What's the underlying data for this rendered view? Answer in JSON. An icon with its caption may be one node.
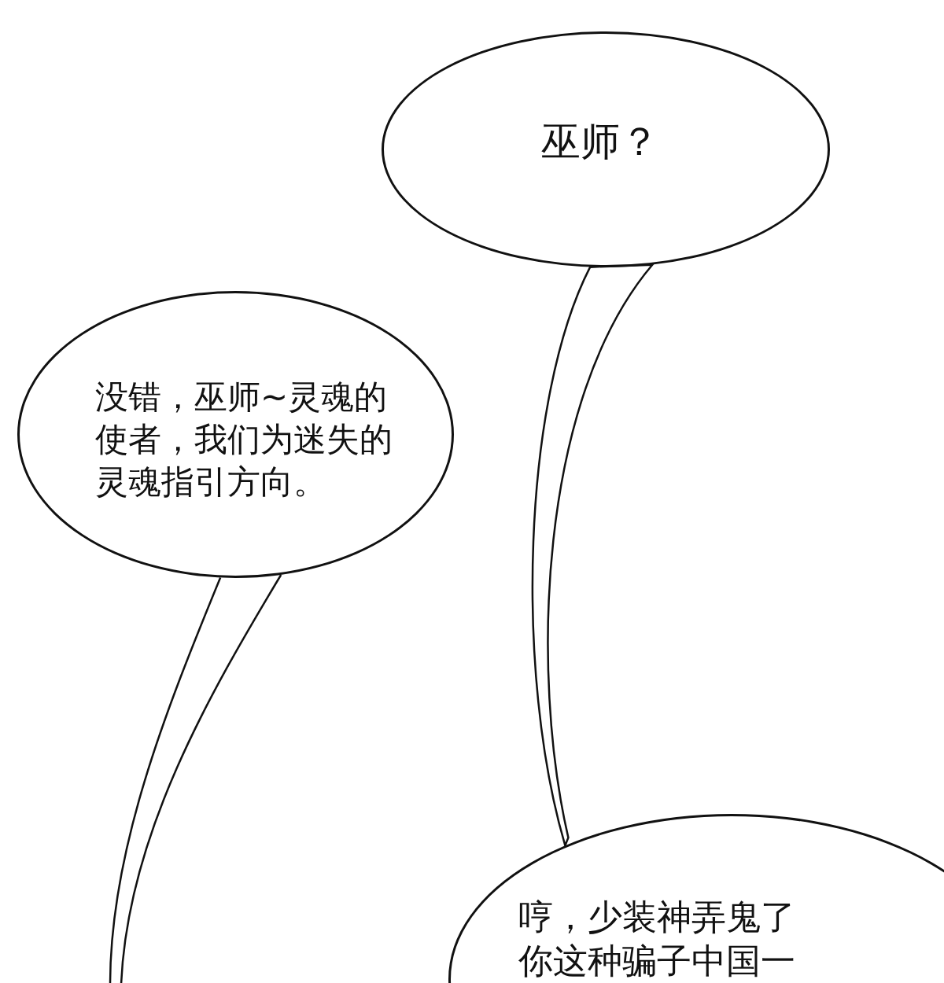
{
  "diagram": {
    "nodes": [
      {
        "text": [
          "巫师？"
        ]
      },
      {
        "text": [
          "没错，巫师~灵魂的使者，我们为迷失的灵魂指引方向。"
        ]
      },
      {
        "text": [
          "哼，少装神弄鬼了你这种骗子中国一"
        ]
      }
    ],
    "edges": [
      {
        "from": 0,
        "to": 2,
        "arrow": "none"
      },
      {
        "from": 1,
        "to": null,
        "arrow": "none"
      }
    ]
  }
}
